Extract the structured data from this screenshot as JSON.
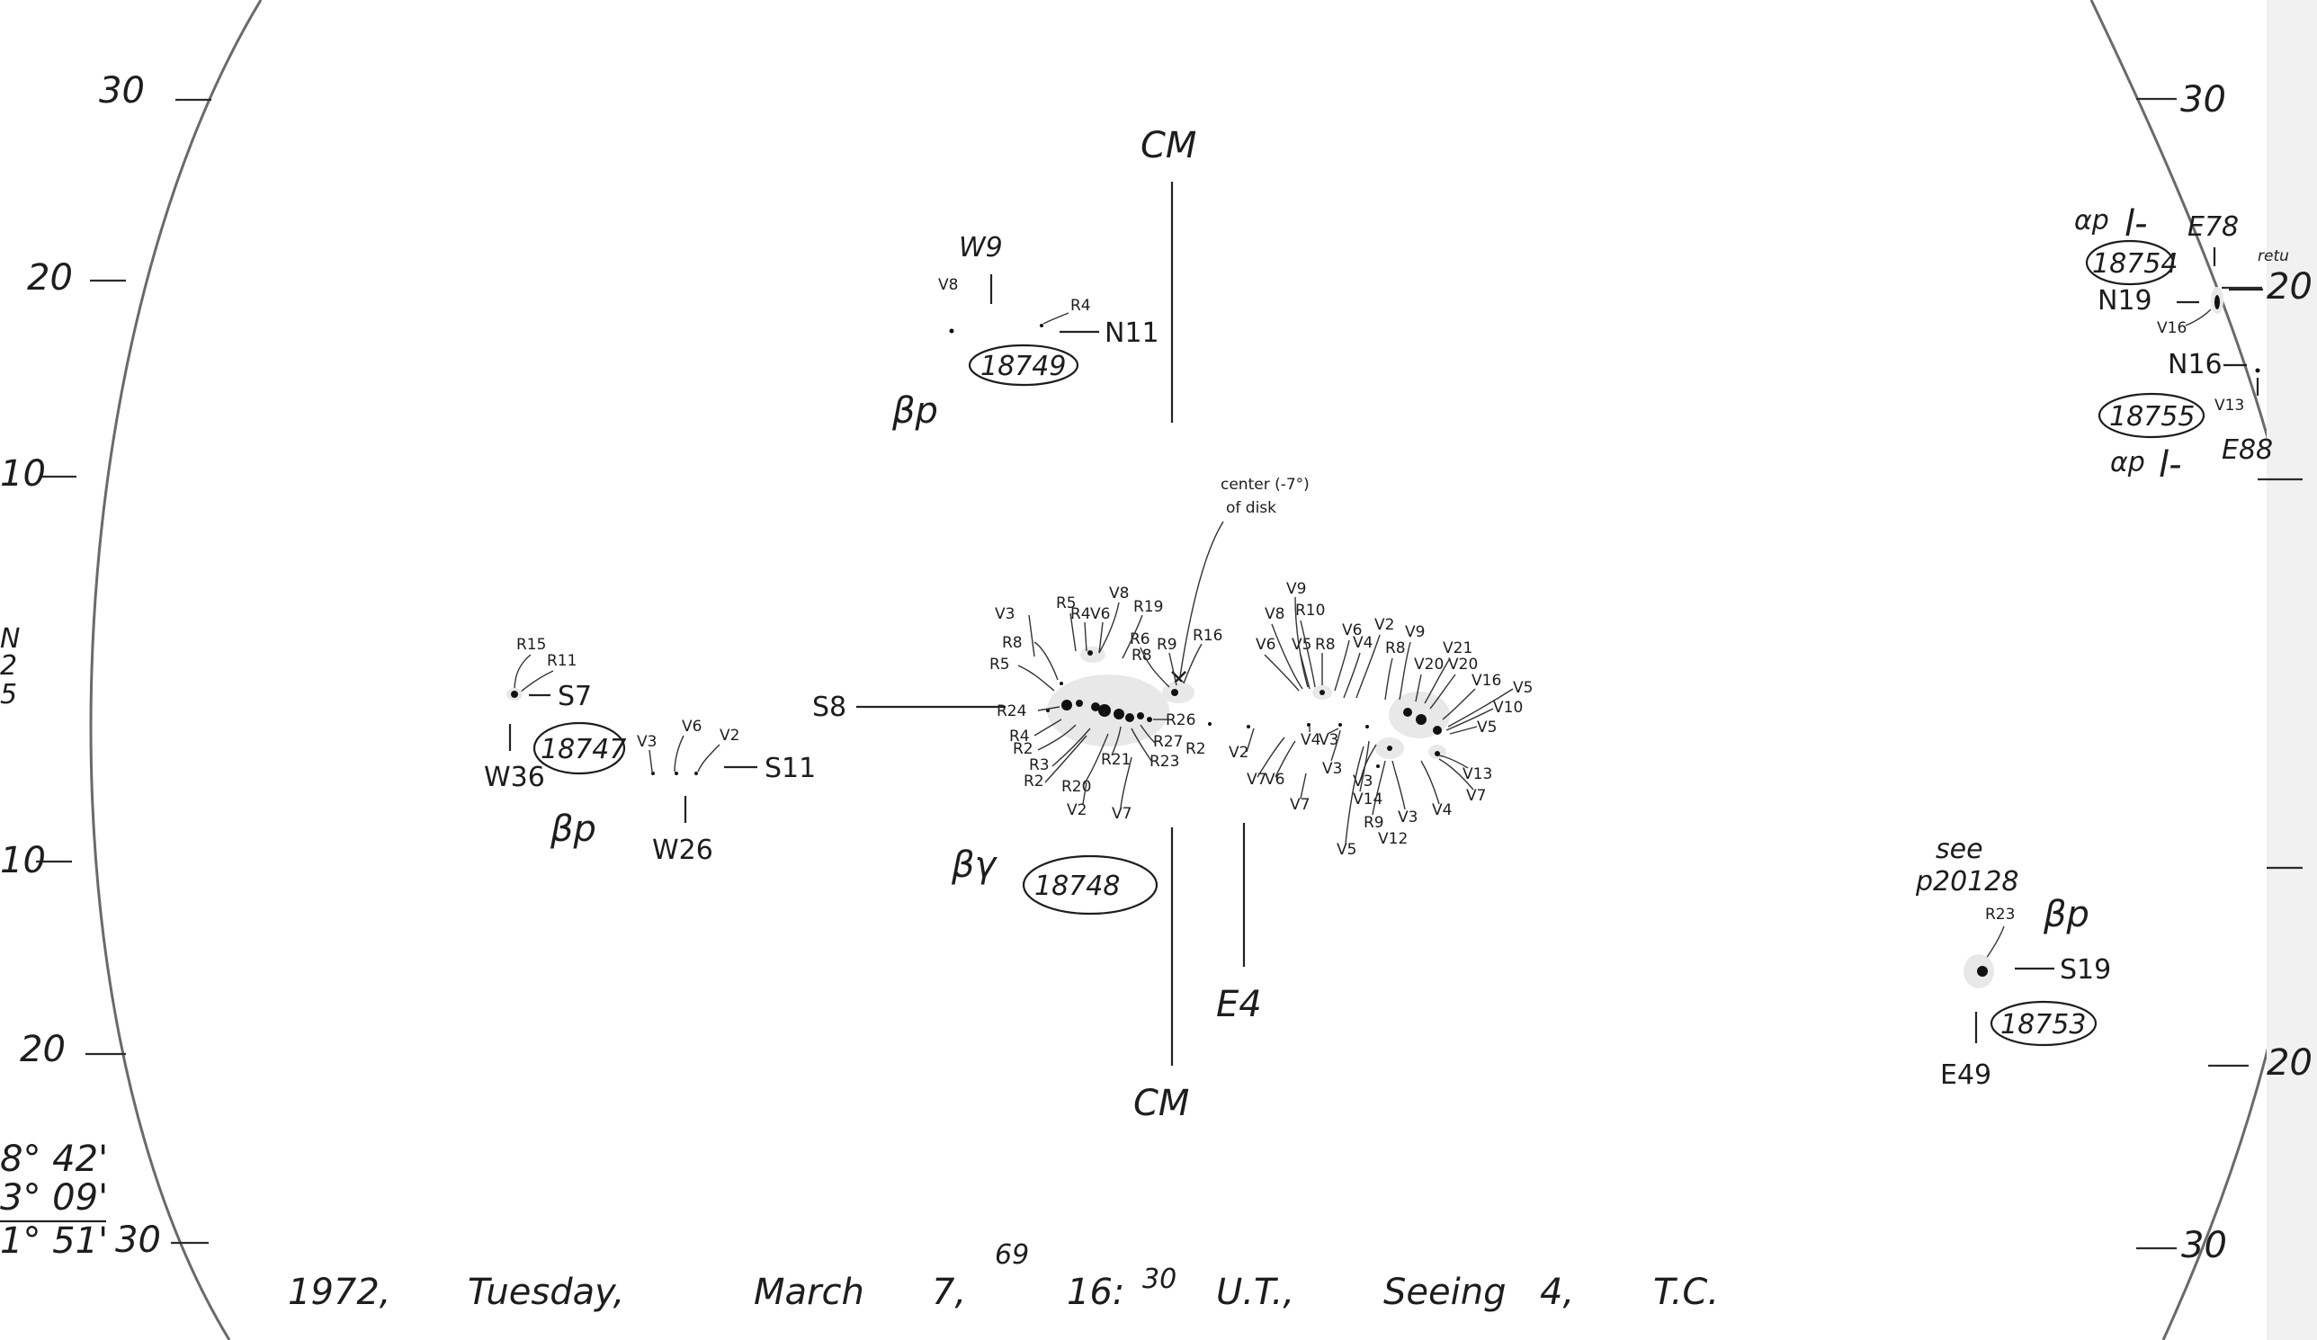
{
  "latitude_scale": {
    "left": [
      "30",
      "20",
      "10",
      "10",
      "20",
      "30"
    ],
    "right": [
      "30",
      "20",
      "20",
      "30"
    ]
  },
  "central_meridian": {
    "top_label": "CM",
    "bottom_label": "CM"
  },
  "disk_center_note": {
    "line1": "center (-7°)",
    "line2": "of disk"
  },
  "groups": {
    "g18749": {
      "number": "18749",
      "class": "βp",
      "lon_label": "W9",
      "lat_label": "N11",
      "spot_labels": [
        "V8",
        "R4"
      ]
    },
    "g18747": {
      "number": "18747",
      "class": "βp",
      "lon_label": "W36",
      "lat_label": "S7",
      "lon_label_2": "W26",
      "lat_label_2": "S11",
      "spot_labels": [
        "R15",
        "R11",
        "V3",
        "V6",
        "V2"
      ]
    },
    "g18748": {
      "number": "18748",
      "class": "βγ",
      "lat_label": "S8",
      "lon_label": "E4",
      "spot_labels_left": [
        "V3",
        "R8",
        "R5",
        "R24",
        "R5",
        "R4",
        "V6",
        "V8",
        "R19",
        "R6",
        "R8",
        "R9",
        "R16",
        "R4",
        "R2",
        "R3",
        "R2",
        "R20",
        "R21",
        "R23",
        "R27",
        "R26",
        "R2",
        "V2",
        "V7"
      ],
      "spot_labels_right": [
        "V8",
        "V9",
        "R10",
        "V6",
        "V5",
        "R8",
        "V6",
        "V4",
        "V2",
        "R8",
        "V9",
        "V21",
        "V20",
        "V20",
        "V16",
        "V5",
        "V10",
        "V5",
        "V4",
        "V3",
        "V2",
        "V7",
        "V6",
        "V7",
        "V3",
        "V14",
        "V3",
        "R9",
        "V12",
        "V5",
        "V3",
        "V4",
        "V7",
        "V13"
      ]
    },
    "g18754": {
      "number": "18754",
      "class": "αp",
      "class_suffix": "l-",
      "lon_label": "E78",
      "lat_label": "N19",
      "spot_label": "V16",
      "side_note": "retu"
    },
    "g18755": {
      "number": "18755",
      "class": "αp",
      "class_suffix": "l-",
      "lon_label": "E88",
      "lat_label": "N16",
      "spot_label": "V13"
    },
    "g18753": {
      "number": "18753",
      "class": "βp",
      "lon_label": "E49",
      "lat_label": "S19",
      "spot_label": "R23",
      "reference_note_1": "see",
      "reference_note_2": "p20128"
    }
  },
  "margin_notes": {
    "left_edge_letters": [
      "N",
      "2",
      "5"
    ],
    "angles": [
      "8° 42'",
      "3° 09'",
      "1° 51'"
    ]
  },
  "footer": {
    "year": "1972,",
    "weekday": "Tuesday,",
    "month": "March",
    "day": "7,",
    "day_fraction": "69",
    "time": "16:",
    "time_minutes": "30",
    "time_zone": "U.T.,",
    "seeing_label": "Seeing",
    "seeing_value": "4,",
    "observer": "T.C."
  }
}
